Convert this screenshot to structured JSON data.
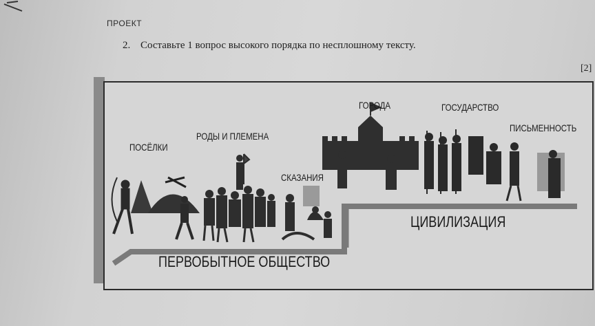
{
  "header": {
    "label": "ПРОЕКТ"
  },
  "question": {
    "number": "2.",
    "text": "Составьте 1 вопрос высокого порядка по несплошному тексту.",
    "score": "[2]"
  },
  "figure": {
    "labels": {
      "settlements": "ПОСЁЛКИ",
      "clans": "РОДЫ И ПЛЕМЕНА",
      "legends": "СКАЗАНИЯ",
      "cities": "ГОРОДА",
      "state": "ГОСУДАРСТВО",
      "writing": "ПИСЬМЕННОСТЬ",
      "civilization": "ЦИВИЛИЗАЦИЯ",
      "primitive": "ПЕРВОБЫТНОЕ ОБЩЕСТВО"
    }
  }
}
